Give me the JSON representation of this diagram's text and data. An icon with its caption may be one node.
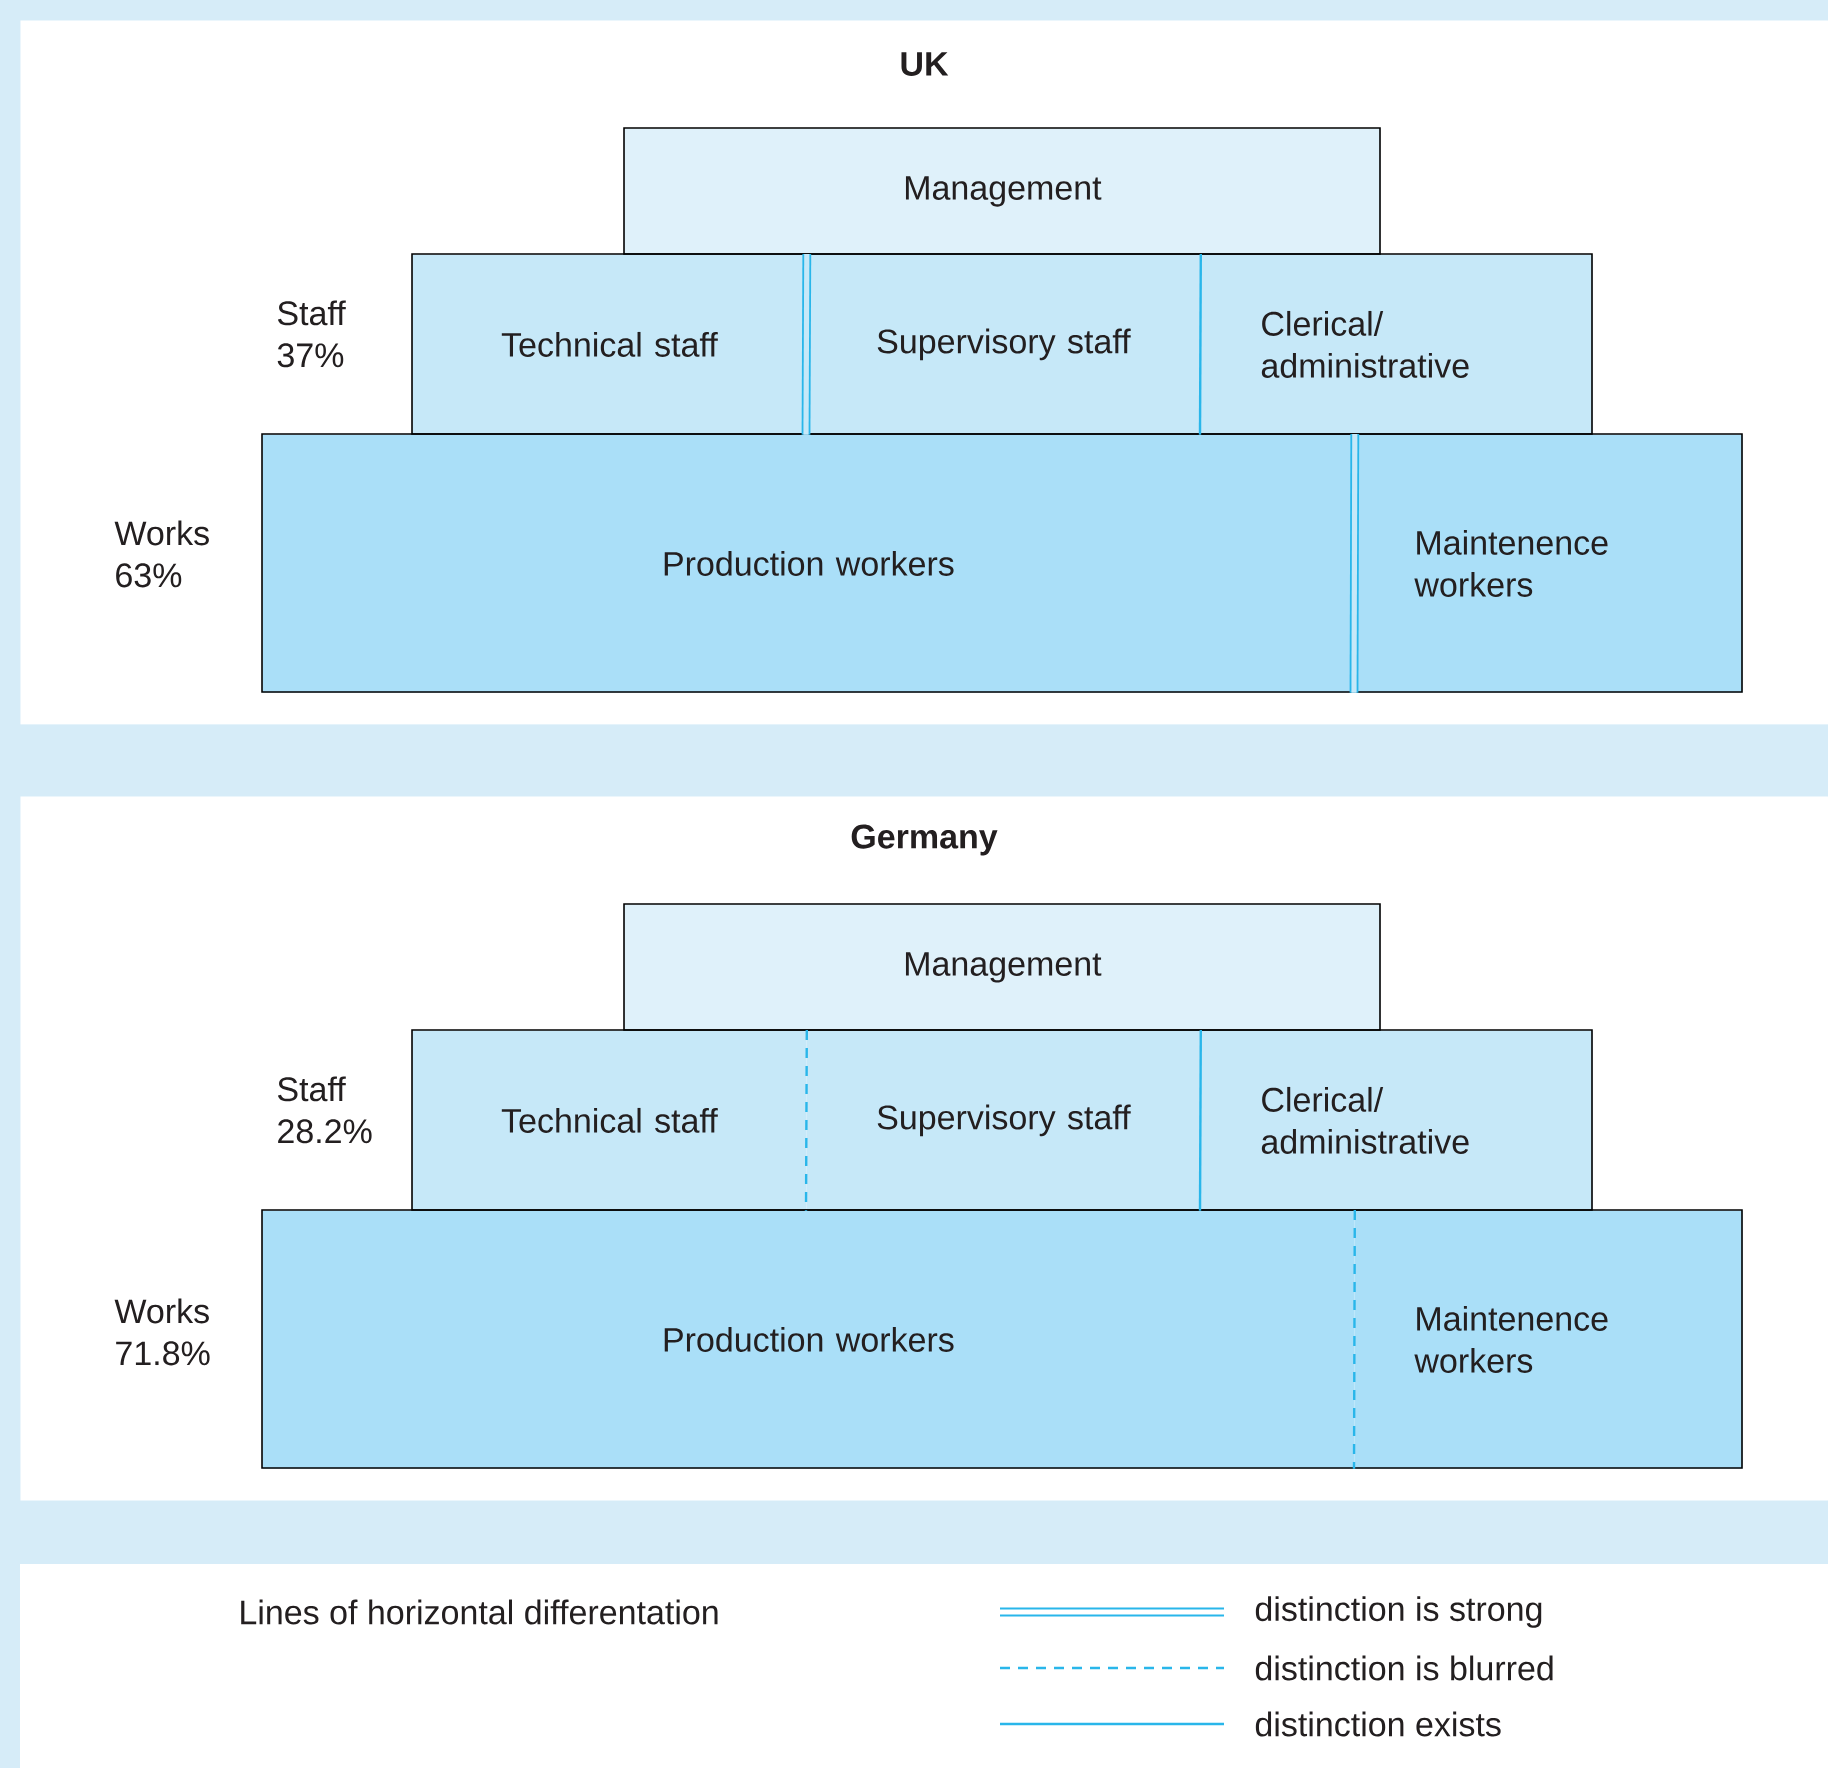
{
  "diagram": {
    "nodes": [
      {
        "text": [
          "UK"
        ]
      },
      {
        "text": [
          "Management"
        ],
        "in": 0
      },
      {
        "text": [
          "Technical staff"
        ],
        "in": 0
      },
      {
        "text": [
          "Supervisory staff"
        ],
        "in": 0
      },
      {
        "text": [
          "Clerical/ administrative"
        ],
        "in": 0
      },
      {
        "text": [
          "Production workers"
        ],
        "in": 0
      },
      {
        "text": [
          "Maintenence workers"
        ],
        "in": 0
      },
      {
        "text": [
          "Germany"
        ]
      },
      {
        "text": [
          "Management"
        ],
        "in": 7
      },
      {
        "text": [
          "Technical staff"
        ],
        "in": 7
      },
      {
        "text": [
          "Supervisory staff"
        ],
        "in": 7
      },
      {
        "text": [
          "Clerical/ administrative"
        ],
        "in": 7
      },
      {
        "text": [
          "Production workers"
        ],
        "in": 7
      },
      {
        "text": [
          "Maintenence workers"
        ],
        "in": 7
      }
    ],
    "edges": [
      {
        "from": 2,
        "to": 3,
        "arrow": "none",
        "style": "thick"
      },
      {
        "from": 3,
        "to": 4,
        "arrow": "none"
      },
      {
        "from": 5,
        "to": 6,
        "arrow": "none",
        "style": "thick"
      },
      {
        "from": 9,
        "to": 10,
        "arrow": "none",
        "style": "dashed"
      },
      {
        "from": 10,
        "to": 11,
        "arrow": "none"
      },
      {
        "from": 12,
        "to": 13,
        "arrow": "none",
        "style": "dashed"
      }
    ],
    "labels": [
      "Staff 37%",
      "Works 63%",
      "Staff 28.2%",
      "Works 71.8%",
      "Lines of horizontal differentation"
    ],
    "legend": [
      {
        "text": "distinction is strong"
      },
      {
        "text": "distinction is blurred"
      },
      {
        "text": "distinction exists"
      }
    ]
  }
}
